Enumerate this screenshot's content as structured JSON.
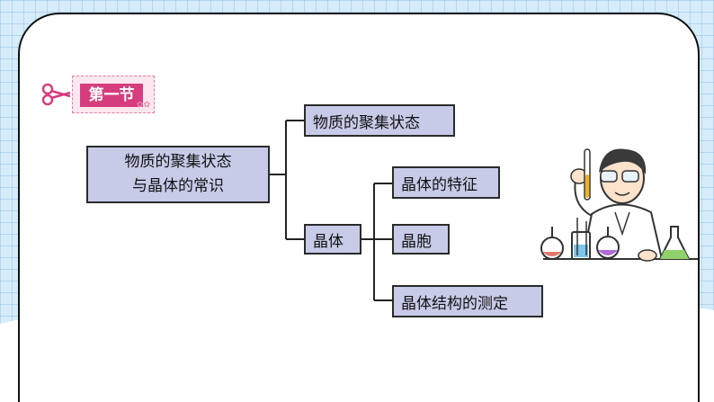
{
  "section_tag": {
    "label": "第一节"
  },
  "diagram": {
    "root": {
      "line1": "物质的聚集状态",
      "line2": "与晶体的常识"
    },
    "branches": [
      {
        "label": "物质的聚集状态",
        "children": []
      },
      {
        "label": "晶体",
        "children": [
          {
            "label": "晶体的特征"
          },
          {
            "label": "晶胞"
          },
          {
            "label": "晶体结构的测定"
          }
        ]
      }
    ]
  },
  "colors": {
    "node_fill": "#c7cbe8",
    "tag_fill": "#d63d7e",
    "background": "#d6ecfa"
  },
  "icons": [
    "scissors-icon",
    "scientist-illustration-icon"
  ]
}
